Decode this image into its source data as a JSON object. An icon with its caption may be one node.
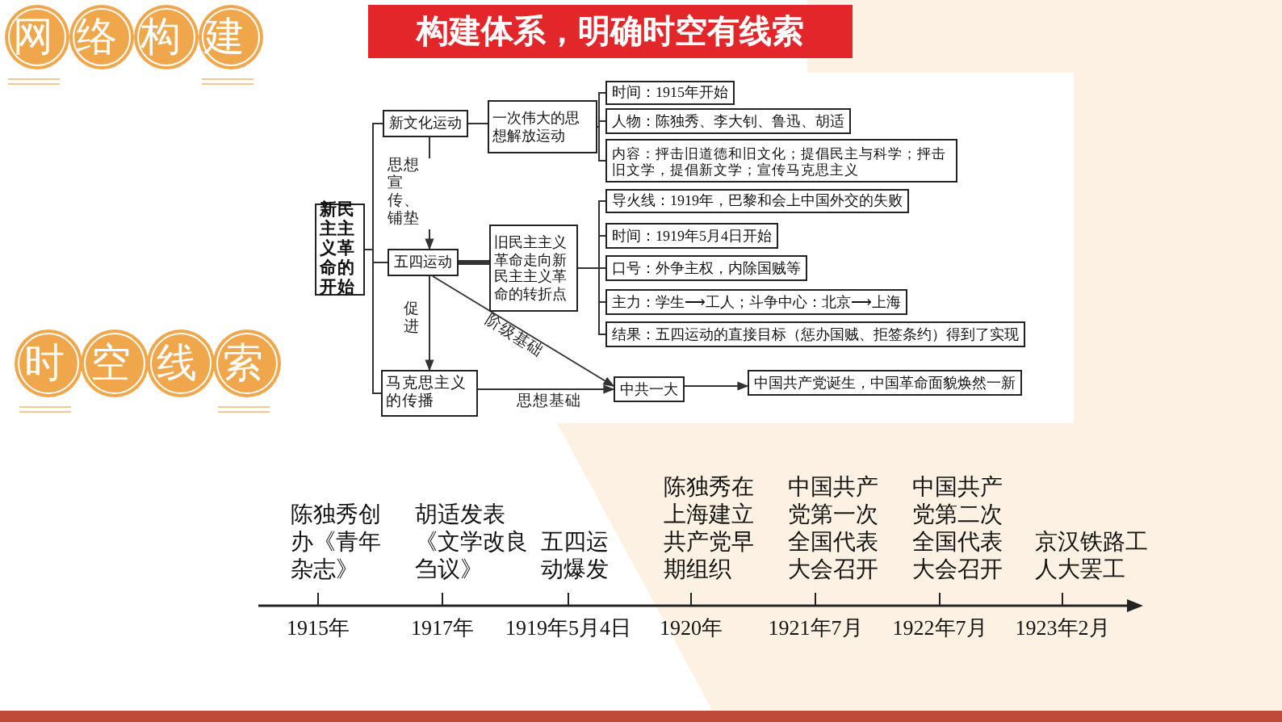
{
  "diagram": {
    "title": "构建体系，明确时空有线索",
    "nodes": [
      {
        "text": [
          "新民主主义革命的开始"
        ]
      },
      {
        "text": [
          "新文化运动"
        ]
      },
      {
        "text": [
          "一次伟大的思想解放运动"
        ]
      },
      {
        "text": [
          "时间：1915年开始"
        ]
      },
      {
        "text": [
          "人物：陈独秀、李大钊、鲁迅、胡适"
        ]
      },
      {
        "text": [
          "内容：抨击旧道德和旧文化；提倡民主与科学；抨击旧文学，提倡新文学；宣传马克思主义"
        ]
      },
      {
        "text": [
          "五四运动"
        ]
      },
      {
        "text": [
          "旧民主主义革命走向新民主主义革命的转折点"
        ]
      },
      {
        "text": [
          "导火线：1919年，巴黎和会上中国外交的失败"
        ]
      },
      {
        "text": [
          "时间：1919年5月4日开始"
        ]
      },
      {
        "text": [
          "口号：外争主权，内除国贼等"
        ]
      },
      {
        "text": [
          "主力：学生⟶工人；斗争中心：北京⟶上海"
        ]
      },
      {
        "text": [
          "结果：五四运动的直接目标（惩办国贼、拒签条约）得到了实现"
        ]
      },
      {
        "text": [
          "马克思主义的传播"
        ]
      },
      {
        "text": [
          "中共一大"
        ]
      },
      {
        "text": [
          "中国共产党诞生，中国革命面貌焕然一新"
        ]
      }
    ],
    "edges": [
      {
        "from": 0,
        "to": 1,
        "arrow": "none"
      },
      {
        "from": 0,
        "to": 6,
        "arrow": "none"
      },
      {
        "from": 0,
        "to": 13,
        "arrow": "none"
      },
      {
        "from": 1,
        "to": 6,
        "arrow": "to",
        "label": "思想宣传、铺垫"
      },
      {
        "from": 1,
        "to": 2,
        "arrow": "none"
      },
      {
        "from": 2,
        "to": 3,
        "arrow": "none"
      },
      {
        "from": 2,
        "to": 4,
        "arrow": "none"
      },
      {
        "from": 2,
        "to": 5,
        "arrow": "none"
      },
      {
        "from": 6,
        "to": 7,
        "arrow": "none",
        "style": "thick"
      },
      {
        "from": 7,
        "to": 8,
        "arrow": "none"
      },
      {
        "from": 7,
        "to": 9,
        "arrow": "none"
      },
      {
        "from": 7,
        "to": 10,
        "arrow": "none"
      },
      {
        "from": 7,
        "to": 11,
        "arrow": "none"
      },
      {
        "from": 7,
        "to": 12,
        "arrow": "none"
      },
      {
        "from": 6,
        "to": 13,
        "arrow": "to",
        "label": "促进"
      },
      {
        "from": 6,
        "to": 14,
        "arrow": "to",
        "label": "阶级基础"
      },
      {
        "from": 13,
        "to": 14,
        "arrow": "to",
        "label": "思想基础"
      },
      {
        "from": 14,
        "to": 15,
        "arrow": "to"
      }
    ],
    "labels": [
      "网络构建",
      "时空线索",
      "陈独秀创办《青年杂志》",
      "胡适发表《文学改良刍议》",
      "五四运动爆发",
      "陈独秀在上海建立共产党早期组织",
      "中国共产党第一次全国代表大会召开",
      "中国共产党第二次全国代表大会召开",
      "京汉铁路工人大罢工",
      "1915年",
      "1917年",
      "1919年5月4日",
      "1920年",
      "1921年7月",
      "1922年7月",
      "1923年2月"
    ]
  }
}
